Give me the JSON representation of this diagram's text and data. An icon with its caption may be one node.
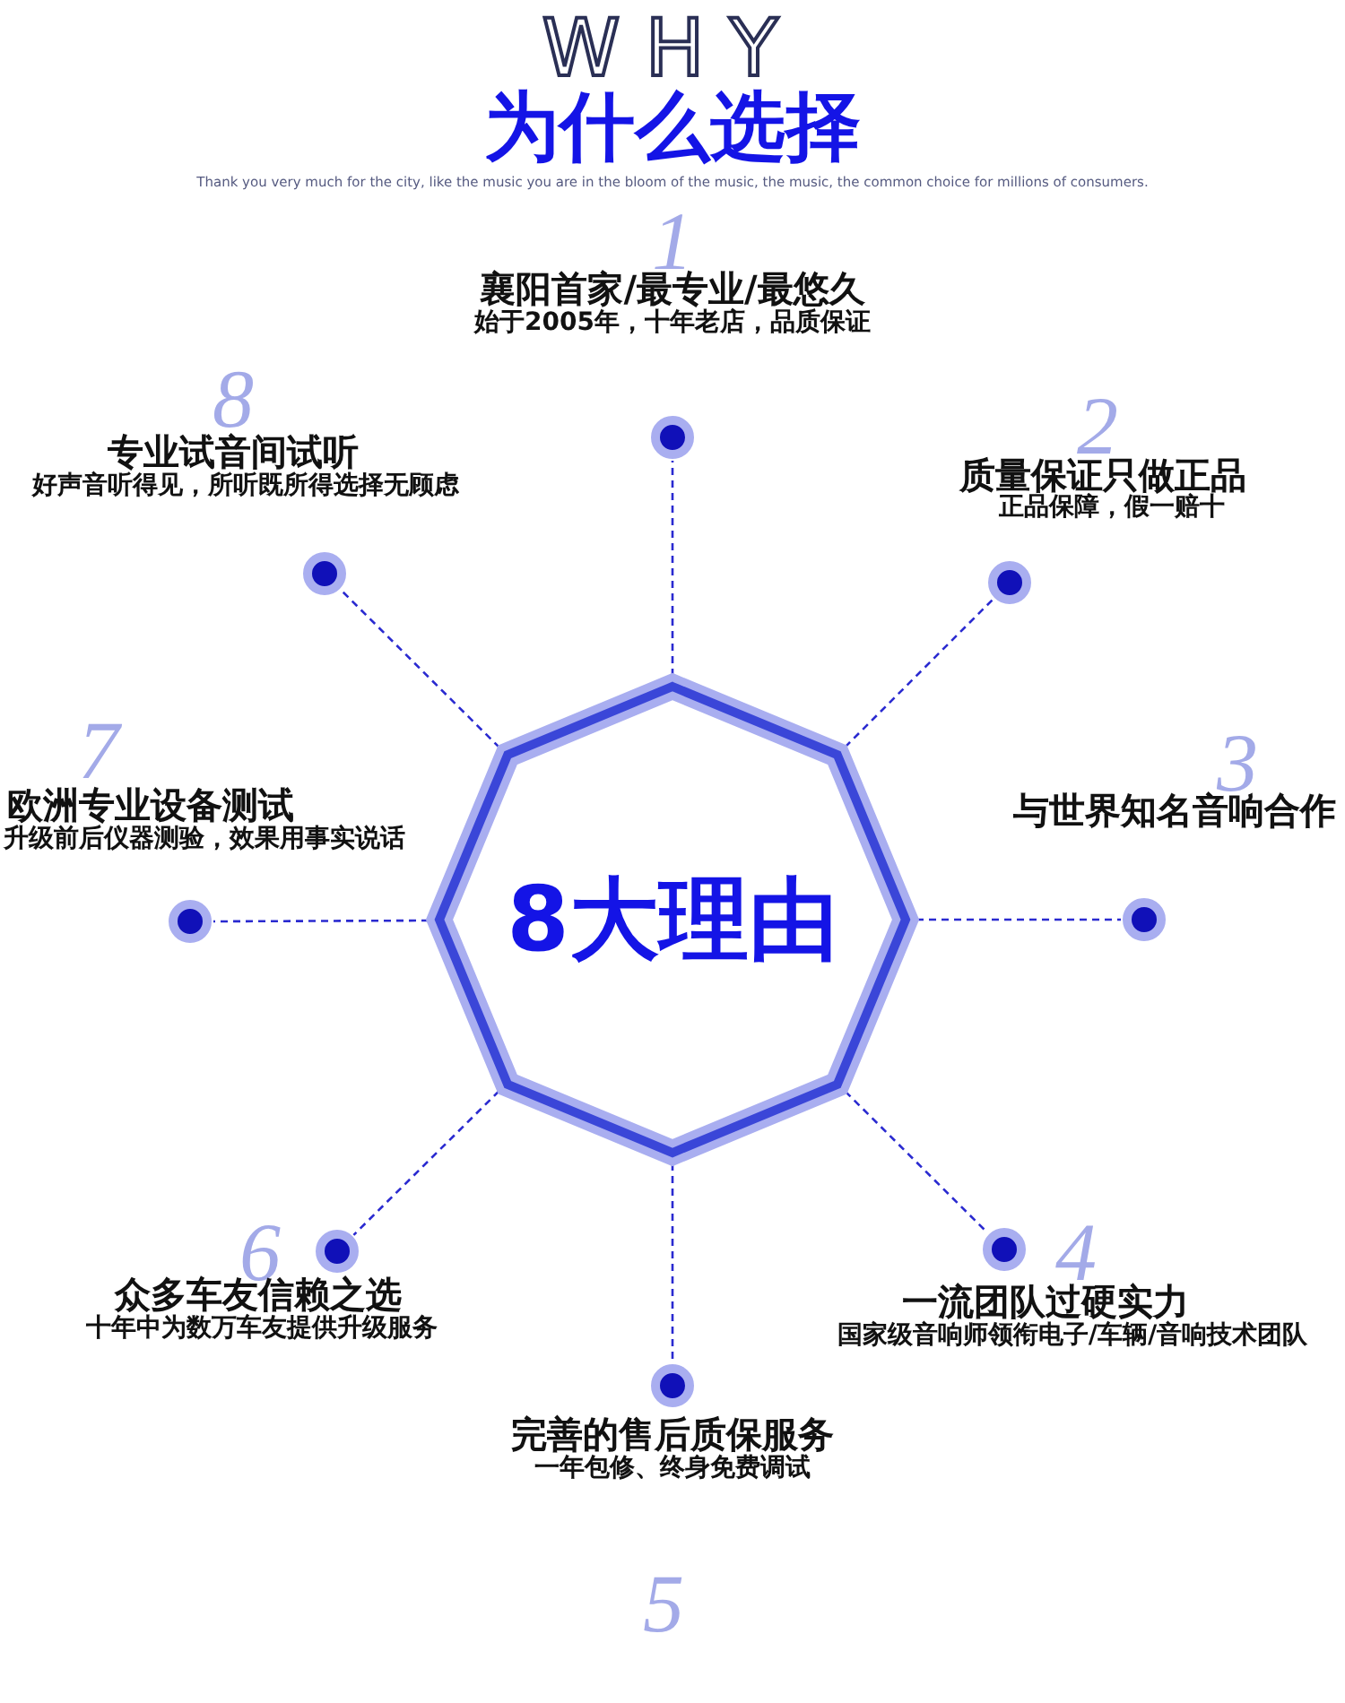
{
  "diagram": {
    "title": "为什么选择",
    "nodes": [
      {
        "text": [
          "8大理由"
        ]
      },
      {
        "text": [],
        "shape": "circle",
        "beside": [
          "1",
          "襄阳首家/最专业/最悠久",
          "始于2005年，十年老店，品质保证"
        ]
      },
      {
        "text": [],
        "shape": "circle",
        "beside": [
          "2",
          "质量保证只做正品",
          "正品保障，假一赔十"
        ]
      },
      {
        "text": [],
        "shape": "circle",
        "beside": [
          "3",
          "与世界知名音响合作"
        ]
      },
      {
        "text": [],
        "shape": "circle",
        "beside": [
          "4",
          "一流团队过硬实力",
          "国家级音响师领衔电子/车辆/音响技术团队"
        ]
      },
      {
        "text": [],
        "shape": "circle",
        "beside": [
          "完善的售后质保服务",
          "一年包修、终身免费调试",
          "5"
        ]
      },
      {
        "text": [],
        "shape": "circle",
        "beside": [
          "6",
          "众多车友信赖之选",
          "十年中为数万车友提供升级服务"
        ]
      },
      {
        "text": [],
        "shape": "circle",
        "beside": [
          "7",
          "欧洲专业设备测试",
          "升级前后仪器测验，效果用事实说话"
        ]
      },
      {
        "text": [],
        "shape": "circle",
        "beside": [
          "8",
          "专业试音间试听",
          "好声音听得见，所听既所得选择无顾虑"
        ]
      }
    ],
    "edges": [
      {
        "from": 0,
        "to": 1,
        "arrow": "none",
        "style": "dashed"
      },
      {
        "from": 0,
        "to": 2,
        "arrow": "none",
        "style": "dashed"
      },
      {
        "from": 0,
        "to": 3,
        "arrow": "none",
        "style": "dashed"
      },
      {
        "from": 0,
        "to": 4,
        "arrow": "none",
        "style": "dashed"
      },
      {
        "from": 0,
        "to": 5,
        "arrow": "none",
        "style": "dashed"
      },
      {
        "from": 0,
        "to": 6,
        "arrow": "none",
        "style": "dashed"
      },
      {
        "from": 0,
        "to": 7,
        "arrow": "none",
        "style": "dashed"
      },
      {
        "from": 0,
        "to": 8,
        "arrow": "none",
        "style": "dashed"
      }
    ],
    "labels": [
      "WHY",
      "Thank you very much for the city, like the music you are in the bloom of the music, the music, the common choice for millions of consumers."
    ]
  }
}
